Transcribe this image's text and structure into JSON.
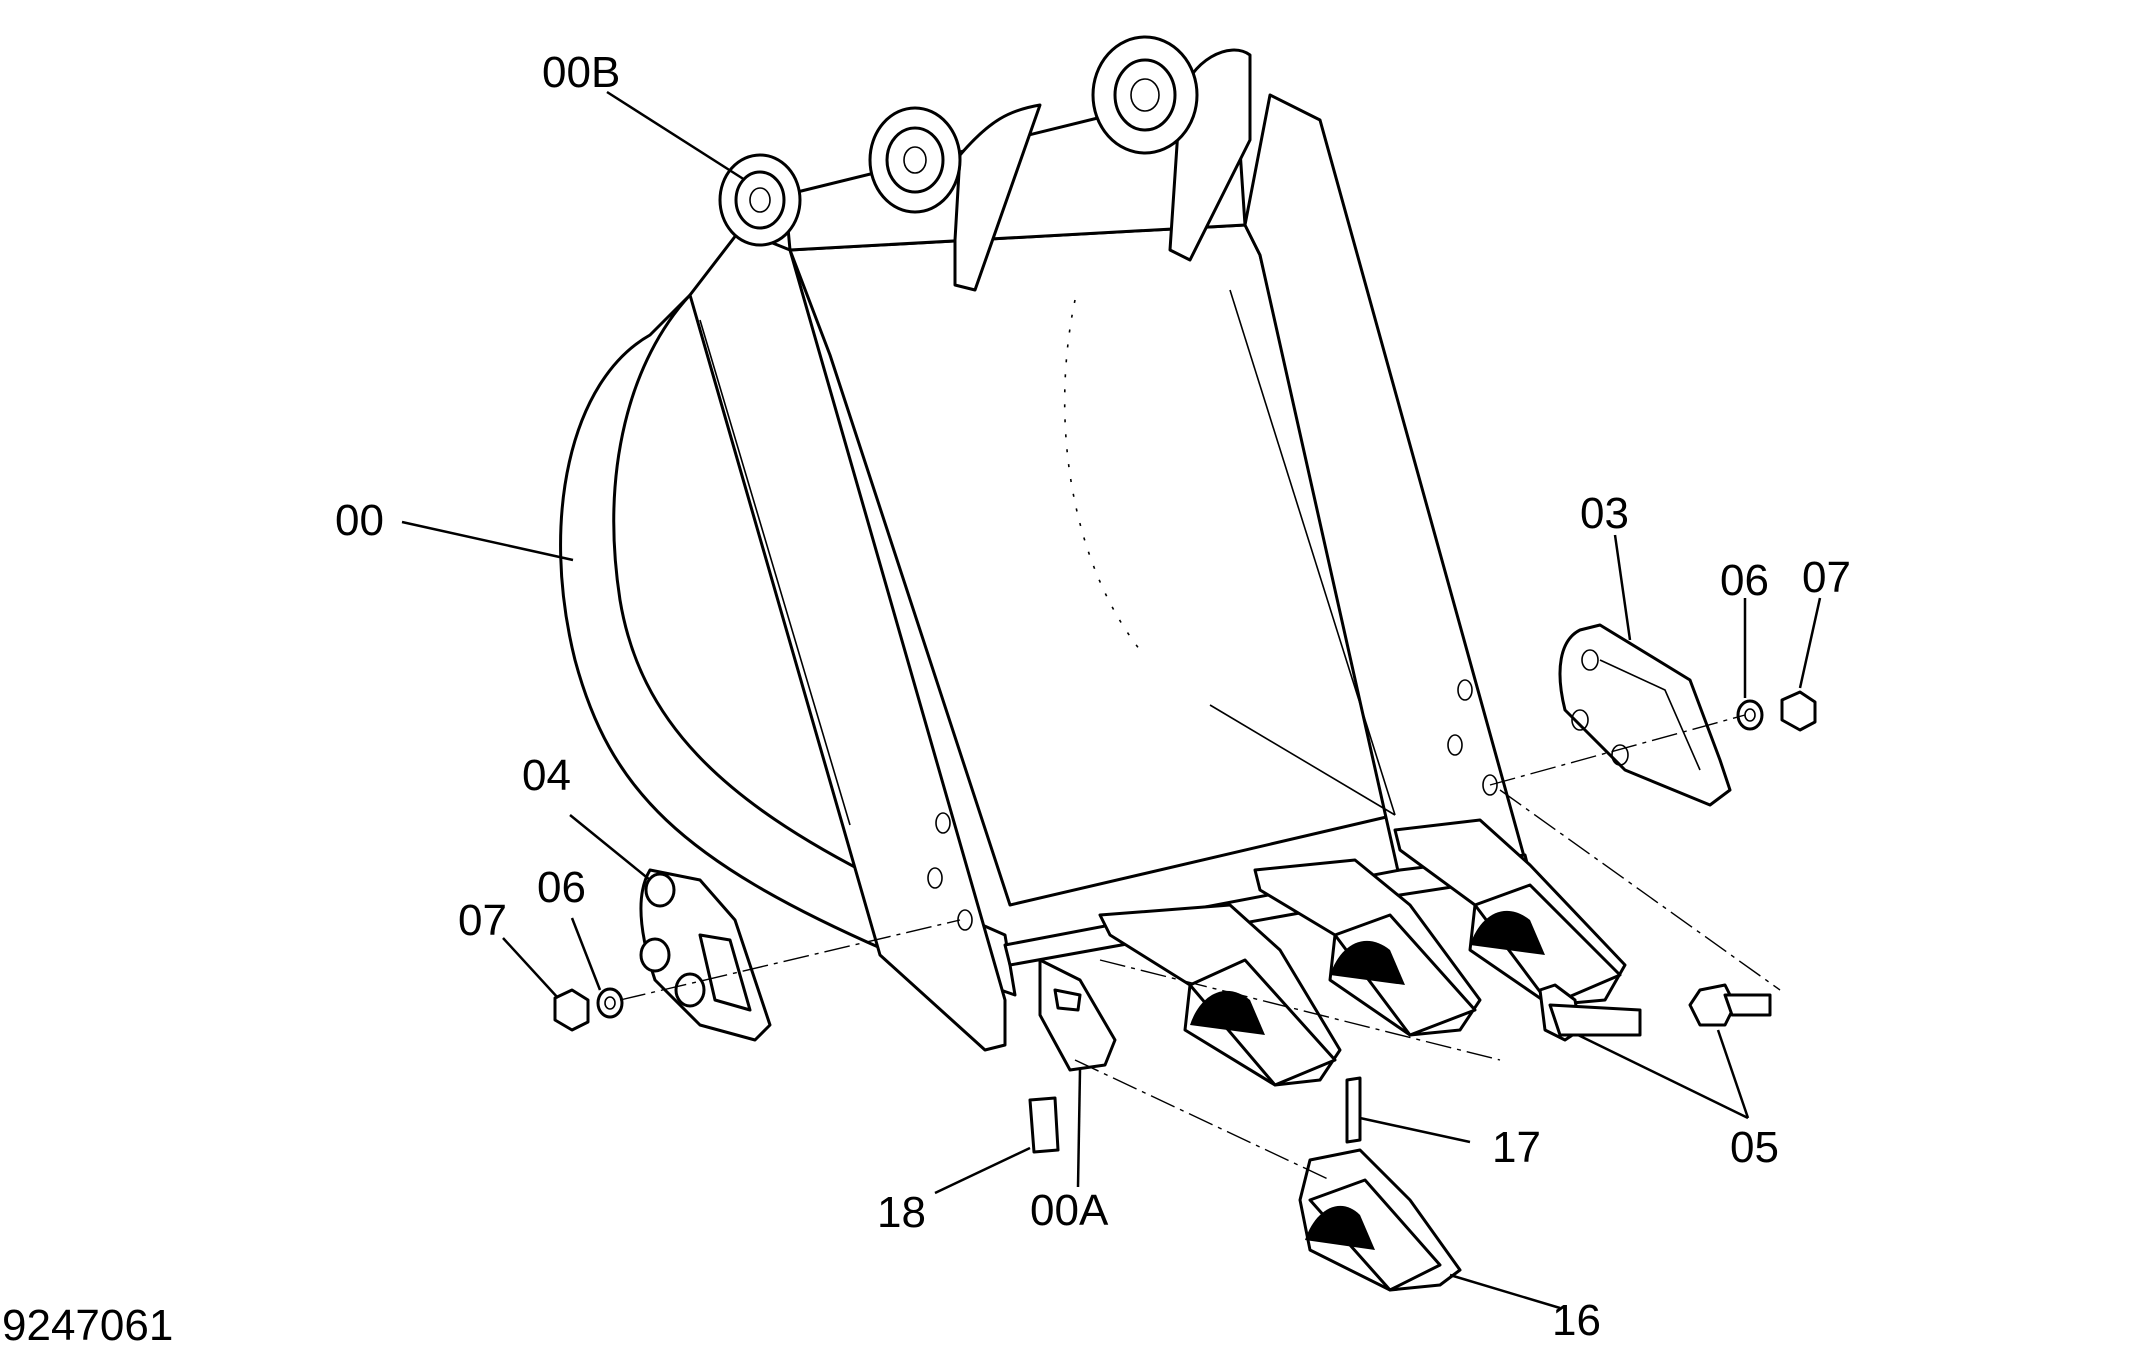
{
  "drawing_number": "9247061",
  "callouts": {
    "c00": "00",
    "c00A": "00A",
    "c00B": "00B",
    "c03": "03",
    "c04": "04",
    "c05": "05",
    "c06_left": "06",
    "c06_right": "06",
    "c07_left": "07",
    "c07_right": "07",
    "c16": "16",
    "c17": "17",
    "c18": "18"
  }
}
